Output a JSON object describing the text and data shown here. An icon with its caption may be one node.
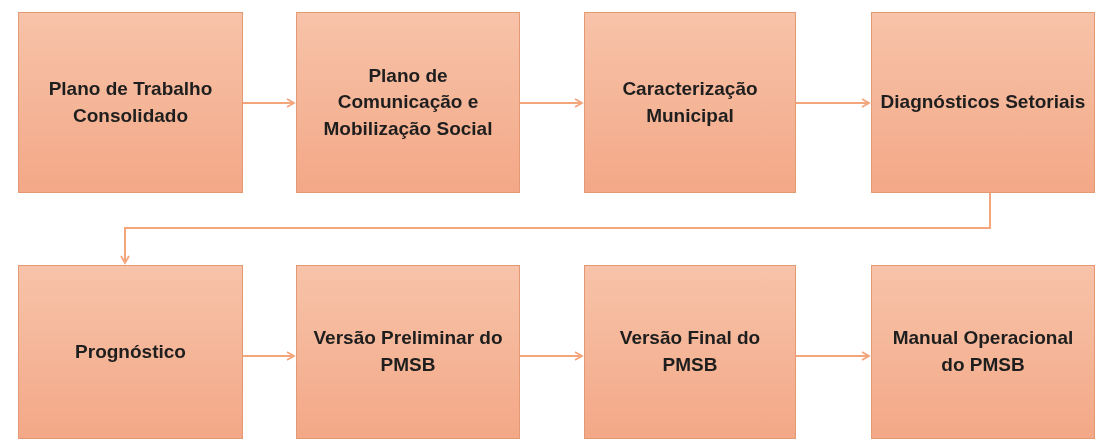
{
  "diagram": {
    "nodes": [
      {
        "text": [
          "Plano de Trabalho Consolidado"
        ]
      },
      {
        "text": [
          "Plano de Comunicação e Mobilização Social"
        ]
      },
      {
        "text": [
          "Caracterização Municipal"
        ]
      },
      {
        "text": [
          "Diagnósticos Setoriais"
        ]
      },
      {
        "text": [
          "Prognóstico"
        ]
      },
      {
        "text": [
          "Versão Preliminar do PMSB"
        ]
      },
      {
        "text": [
          "Versão Final do PMSB"
        ]
      },
      {
        "text": [
          "Manual Operacional do PMSB"
        ]
      }
    ],
    "edges": [
      {
        "from": 0,
        "to": 1,
        "arrow": "to"
      },
      {
        "from": 1,
        "to": 2,
        "arrow": "to"
      },
      {
        "from": 2,
        "to": 3,
        "arrow": "to"
      },
      {
        "from": 3,
        "to": 4,
        "arrow": "to"
      },
      {
        "from": 4,
        "to": 5,
        "arrow": "to"
      },
      {
        "from": 5,
        "to": 6,
        "arrow": "to"
      },
      {
        "from": 6,
        "to": 7,
        "arrow": "to"
      }
    ]
  }
}
